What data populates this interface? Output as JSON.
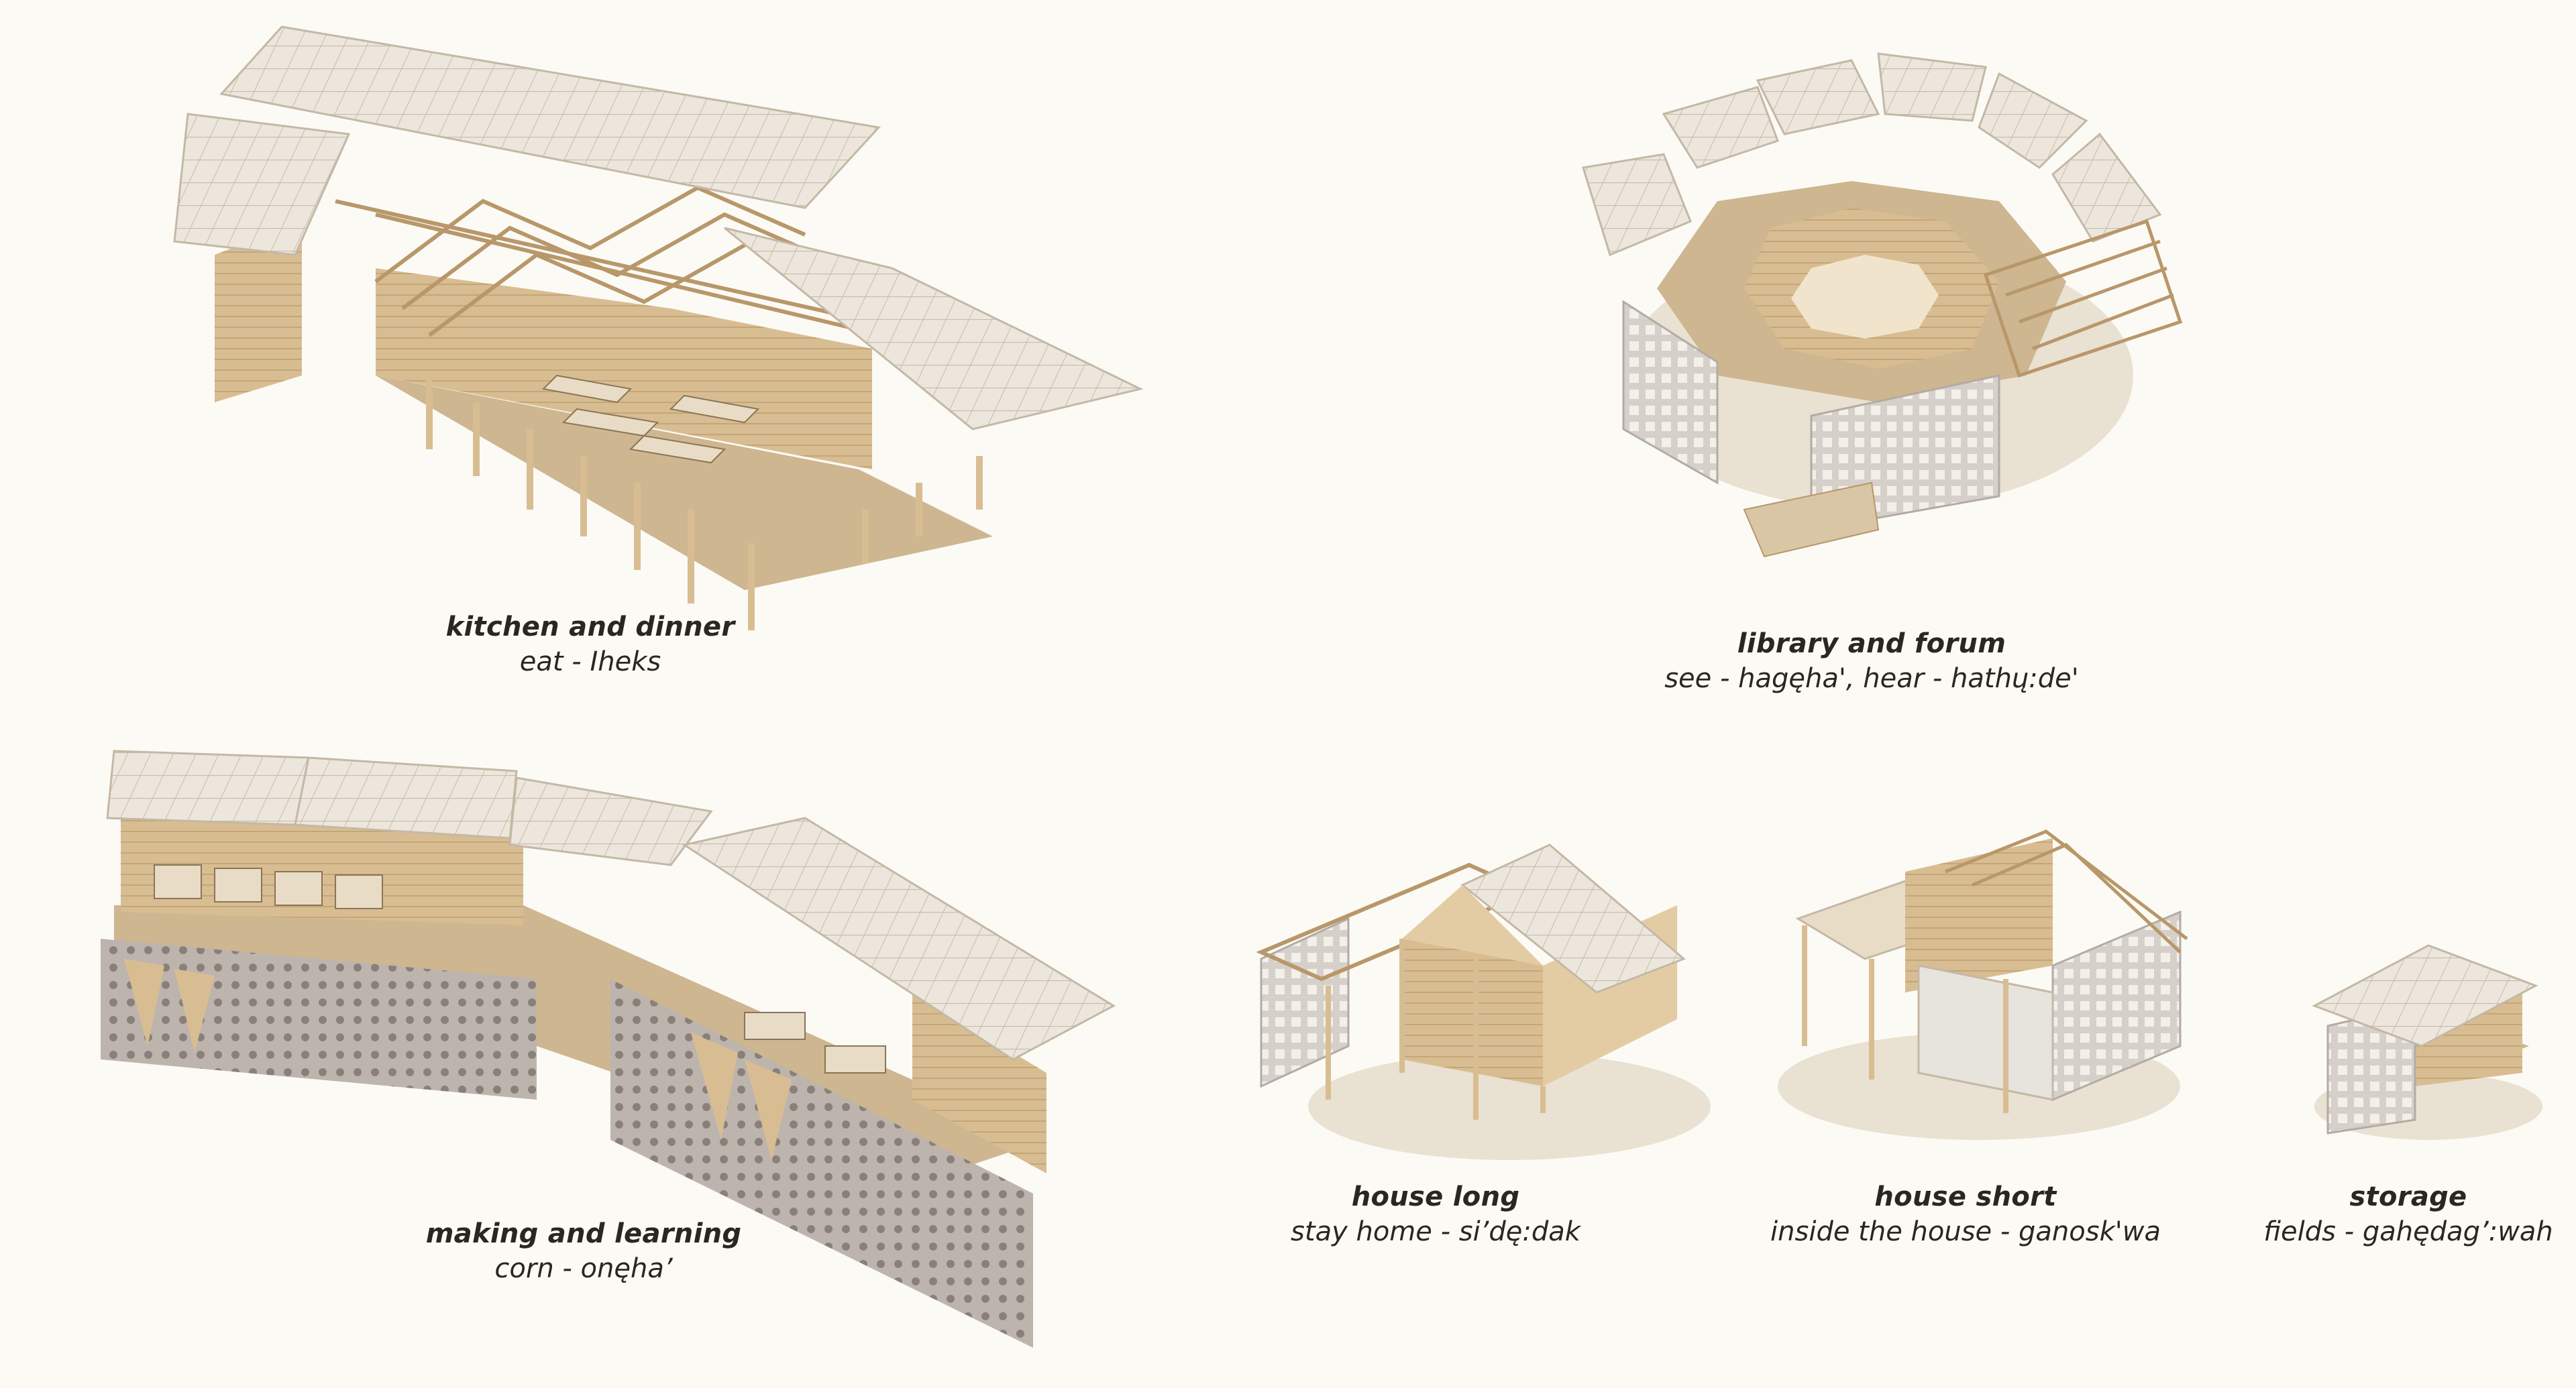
{
  "colors": {
    "background": "#fcfaf5",
    "roof": "#ece6dc",
    "roof_line": "#c4b8a6",
    "wood": "#d9bd92",
    "wood_dark": "#b8976a",
    "panel": "#bdb4ae",
    "panel_dot": "#8a807a",
    "floor": "#cdb690",
    "shadow": "#e9e1d2",
    "text": "#2a2622"
  },
  "captions": [
    {
      "title": "kitchen and dinner",
      "subtitle": "eat - Iheks"
    },
    {
      "title": "library and forum",
      "subtitle": "see -  hagęha', hear - hathų:de'"
    },
    {
      "title": "making and learning",
      "subtitle": "corn - onęha’"
    },
    {
      "title": "house long",
      "subtitle": "stay home - si’dę:dak"
    },
    {
      "title": "house short",
      "subtitle": "inside the house - ganosk'wa"
    },
    {
      "title": "storage",
      "subtitle": "fields - gahędag’:wah"
    }
  ]
}
